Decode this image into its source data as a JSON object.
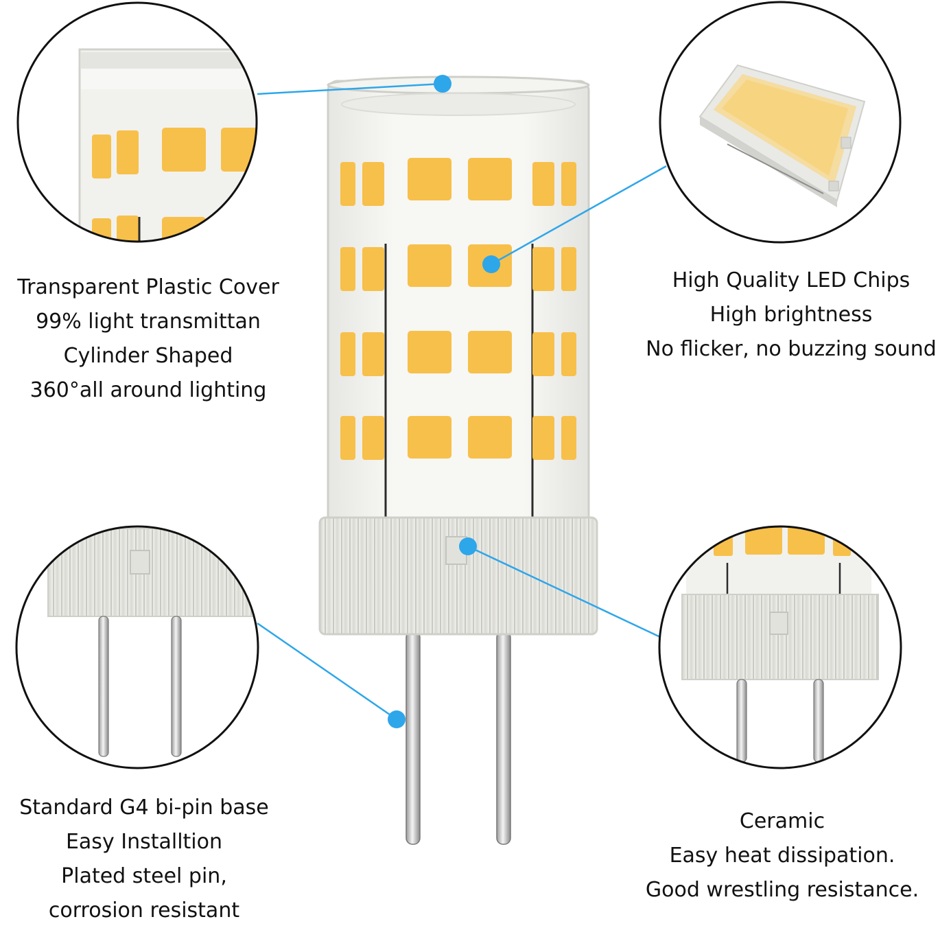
{
  "captions": {
    "cover": {
      "line1": "Transparent Plastic Cover",
      "line2": "99% light transmittan",
      "line3": "Cylinder Shaped",
      "line4": "360°all around lighting"
    },
    "chip": {
      "line1": "High Quality LED Chips",
      "line2": "High brightness",
      "line3": "No flicker, no buzzing sound"
    },
    "base": {
      "line1": "Standard G4 bi-pin base",
      "line2": "Easy Installtion",
      "line3": "Plated steel pin,",
      "line4": "corrosion resistant"
    },
    "ceramic": {
      "line1": "Ceramic",
      "line2": "Easy heat dissipation.",
      "line3": "Good wrestling resistance."
    }
  },
  "colors": {
    "callout": "#2ea6ea",
    "led": "#f7c04a",
    "led_edge": "#f5dca0",
    "body": "#efefec",
    "outline": "#111111"
  },
  "icons": [
    "g4-led-bulb-illustration",
    "led-chip-illustration",
    "bi-pin-base-illustration",
    "ceramic-base-illustration"
  ]
}
